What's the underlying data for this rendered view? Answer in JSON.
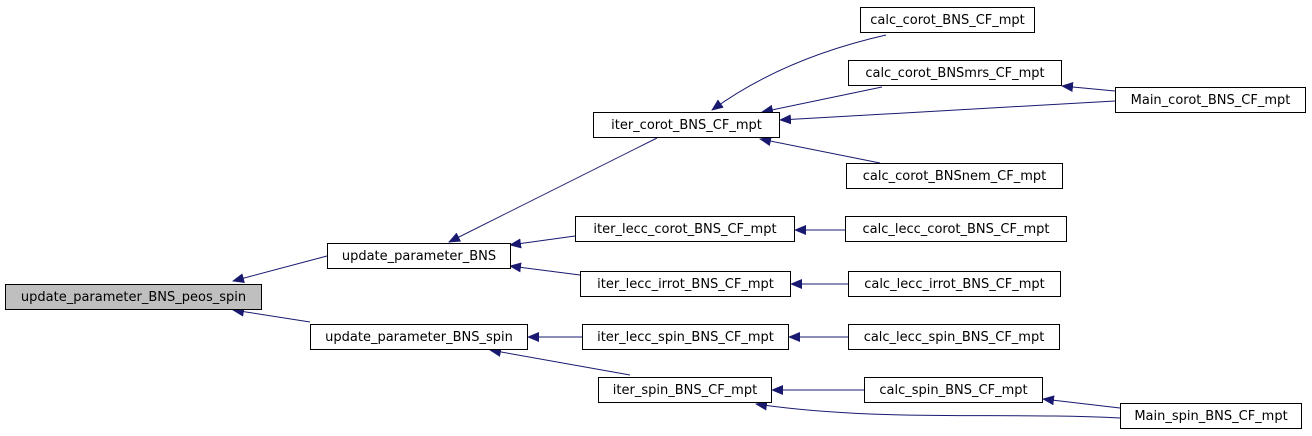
{
  "graph": {
    "edge_color": "#191970",
    "nodes": {
      "root": "update_parameter_BNS_peos_spin",
      "upd_bns": "update_parameter_BNS",
      "upd_bns_spin": "update_parameter_BNS_spin",
      "iter_corot": "iter_corot_BNS_CF_mpt",
      "iter_lecc_corot": "iter_lecc_corot_BNS_CF_mpt",
      "iter_lecc_irrot": "iter_lecc_irrot_BNS_CF_mpt",
      "iter_lecc_spin": "iter_lecc_spin_BNS_CF_mpt",
      "iter_spin": "iter_spin_BNS_CF_mpt",
      "calc_corot": "calc_corot_BNS_CF_mpt",
      "calc_corot_mrs": "calc_corot_BNSmrs_CF_mpt",
      "calc_corot_nem": "calc_corot_BNSnem_CF_mpt",
      "calc_lecc_corot": "calc_lecc_corot_BNS_CF_mpt",
      "calc_lecc_irrot": "calc_lecc_irrot_BNS_CF_mpt",
      "calc_lecc_spin": "calc_lecc_spin_BNS_CF_mpt",
      "calc_spin": "calc_spin_BNS_CF_mpt",
      "main_corot": "Main_corot_BNS_CF_mpt",
      "main_spin": "Main_spin_BNS_CF_mpt"
    }
  }
}
